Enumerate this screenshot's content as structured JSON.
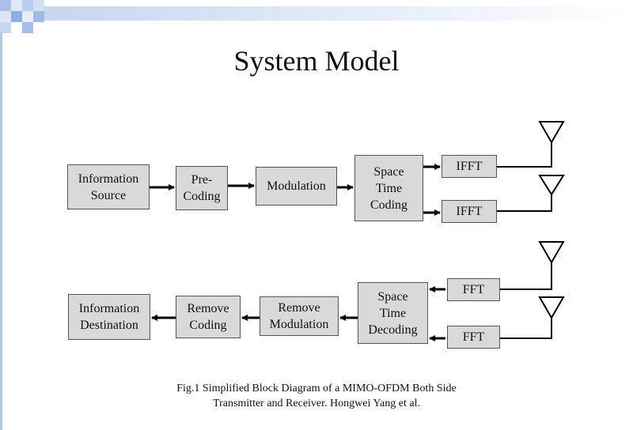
{
  "slide": {
    "title": "System Model",
    "caption": [
      "Fig.1 Simplified Block Diagram of a MIMO-OFDM Both Side",
      "Transmitter and Receiver. Hongwei Yang et al."
    ]
  },
  "transmitter": {
    "information_source": "Information\nSource",
    "pre_coding": "Pre-\nCoding",
    "modulation": "Modulation",
    "space_time_coding": "Space\nTime\nCoding",
    "ifft_1": "IFFT",
    "ifft_2": "IFFT"
  },
  "receiver": {
    "fft_1": "FFT",
    "fft_2": "FFT",
    "space_time_decoding": "Space\nTime\nDecoding",
    "remove_modulation": "Remove\nModulation",
    "remove_coding": "Remove\nCoding",
    "information_destination": "Information\nDestination"
  },
  "colors": {
    "box_fill": "#d9d9d9",
    "box_border": "#555555",
    "line": "#000000",
    "header_accent": "#8fb0df"
  }
}
